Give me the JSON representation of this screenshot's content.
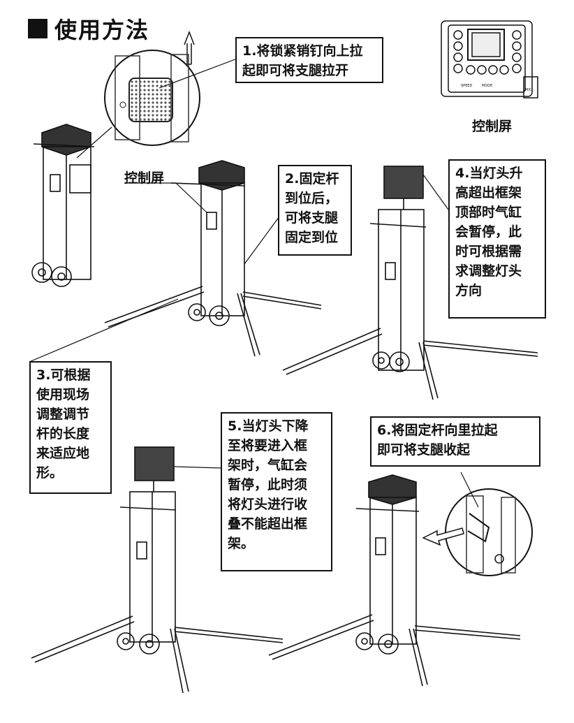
{
  "title": "使用方法",
  "control_label_top": "控制屏",
  "control_label_mid": "控制屏",
  "steps": {
    "s1": "1.将锁紧销钉向上拉\n起即可将支腿拉开",
    "s2": "2.固定杆\n到位后，\n可将支腿\n固定到位",
    "s3": "3.可根据\n使用现场\n调整调节\n杆的长度\n来适应地\n形。",
    "s4": "4.当灯头升\n高超出框架\n顶部时气缸\n会暂停，此\n时可根据需\n求调整灯头\n方向",
    "s5": "5.当灯头下降\n至将要进入框\n架时，气缸会\n暂停，此时须\n将灯头进行收\n叠不能超出框\n架。",
    "s6": "6.将固定杆向里拉起\n即可将支腿收起"
  },
  "panel_text": {
    "a": "SPEED",
    "b": "MODE",
    "c": "MIC"
  }
}
